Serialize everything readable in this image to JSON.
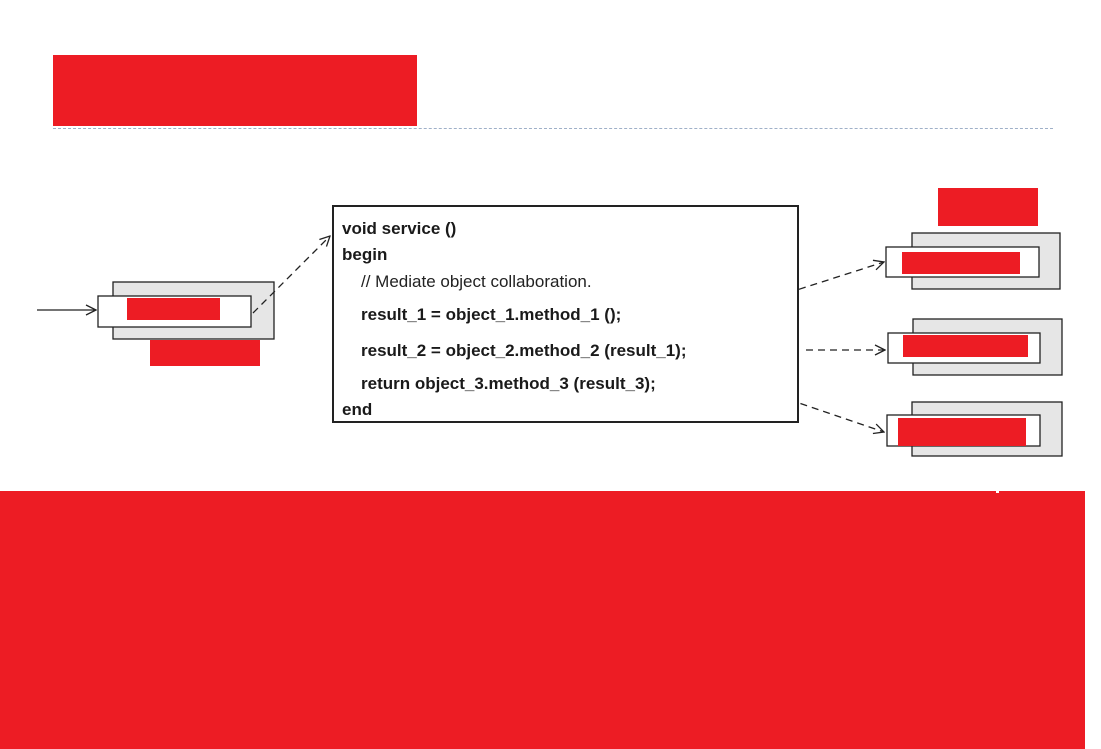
{
  "colors": {
    "redaction": "#ed1c24",
    "component_fill": "#e6e6e6",
    "stroke": "#222222"
  },
  "code_box": {
    "lines": [
      {
        "text": "void service ()",
        "style": "bold",
        "indent": 0
      },
      {
        "text": "begin",
        "style": "bold",
        "indent": 0
      },
      {
        "text": "// Mediate object collaboration.",
        "style": "normal",
        "indent": 1
      },
      {
        "text": "result_1 = object_1.method_1 ();",
        "style": "bold",
        "indent": 1
      },
      {
        "text": "result_2 = object_2.method_2 (result_1);",
        "style": "bold",
        "indent": 1
      },
      {
        "text": "return object_3.method_3 (result_3);",
        "style": "bold",
        "indent": 1
      },
      {
        "text": "end",
        "style": "bold",
        "indent": 0
      }
    ]
  }
}
